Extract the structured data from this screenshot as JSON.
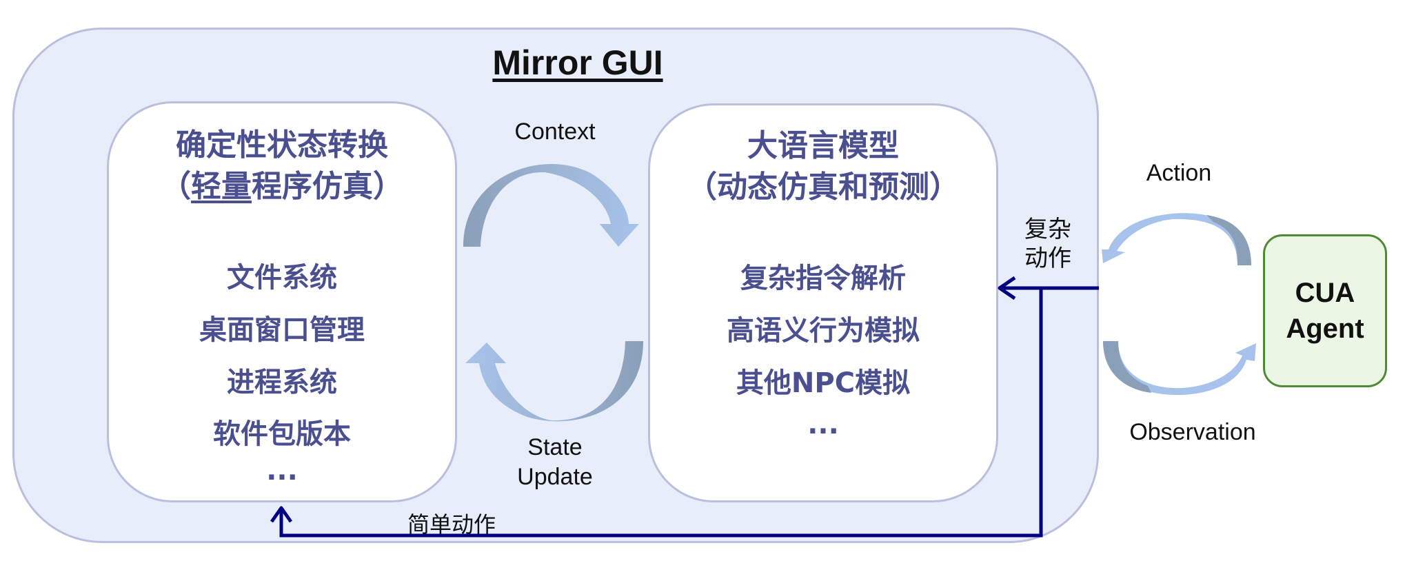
{
  "title": "Mirror GUI",
  "left_panel": {
    "title_line1": "确定性状态转换",
    "title_line2_open": "（",
    "title_line2_underlined": "轻量",
    "title_line2_rest": "程序仿真",
    "title_line2_close": "）",
    "items": [
      "文件系统",
      "桌面窗口管理",
      "进程系统",
      "软件包版本",
      "..."
    ]
  },
  "right_panel": {
    "title_line1": "大语言模型",
    "title_line2": "（动态仿真和预测）",
    "items": [
      "复杂指令解析",
      "高语义行为模拟",
      "其他NPC模拟",
      "..."
    ]
  },
  "labels": {
    "context": "Context",
    "state_update_1": "State",
    "state_update_2": "Update",
    "complex_action_1": "复杂",
    "complex_action_2": "动作",
    "simple_action": "简单动作",
    "action": "Action",
    "observation": "Observation"
  },
  "agent": {
    "line1": "CUA",
    "line2": "Agent"
  },
  "colors": {
    "outer_fill": "#e8eef9",
    "panel_text": "#4a4f8f",
    "arrow_dark": "#000080",
    "arrow_light": "#a7c3eb",
    "arrow_grey": "#8a9fb8",
    "agent_border": "#4e8a35",
    "agent_fill": "#ebf6e5"
  }
}
